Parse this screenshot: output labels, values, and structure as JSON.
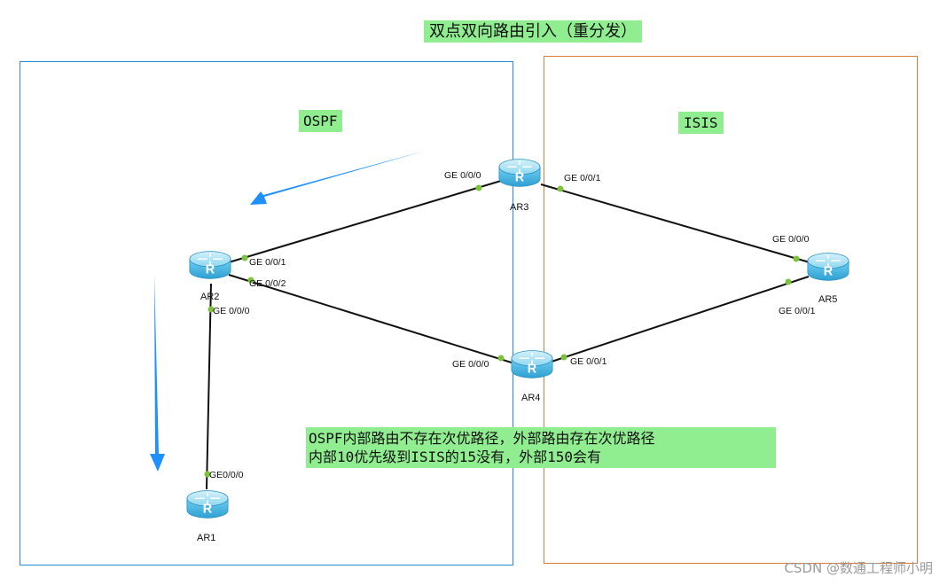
{
  "title": "双点双向路由引入（重分发）",
  "areas": {
    "left_label": "OSPF",
    "right_label": "ISIS",
    "left_color": "#2b8ad8",
    "right_color": "#e07a3a"
  },
  "routers": [
    {
      "id": "AR1",
      "label": "AR1"
    },
    {
      "id": "AR2",
      "label": "AR2"
    },
    {
      "id": "AR3",
      "label": "AR3"
    },
    {
      "id": "AR4",
      "label": "AR4"
    },
    {
      "id": "AR5",
      "label": "AR5"
    }
  ],
  "links": [
    {
      "from": "AR2",
      "to": "AR3",
      "from_port": "GE 0/0/1",
      "to_port": "GE 0/0/0"
    },
    {
      "from": "AR2",
      "to": "AR4",
      "from_port": "GE 0/0/2",
      "to_port": "GE 0/0/0"
    },
    {
      "from": "AR2",
      "to": "AR1",
      "from_port": "GE 0/0/0",
      "to_port": "GE0/0/0"
    },
    {
      "from": "AR3",
      "to": "AR5",
      "from_port": "GE 0/0/1",
      "to_port": "GE 0/0/0"
    },
    {
      "from": "AR4",
      "to": "AR5",
      "from_port": "GE 0/0/1",
      "to_port": "GE 0/0/1"
    }
  ],
  "note": {
    "line1": "OSPF内部路由不存在次优路径，外部路由存在次优路径",
    "line2": "内部10优先级到ISIS的15没有，外部150会有"
  },
  "watermark": "CSDN @数通工程师小明",
  "colors": {
    "highlight": "#90ee90",
    "port_dot": "#7cc23a",
    "arrow": "#1e90ff",
    "router_body": "#5cc4ec",
    "router_top": "#aee3f7"
  }
}
